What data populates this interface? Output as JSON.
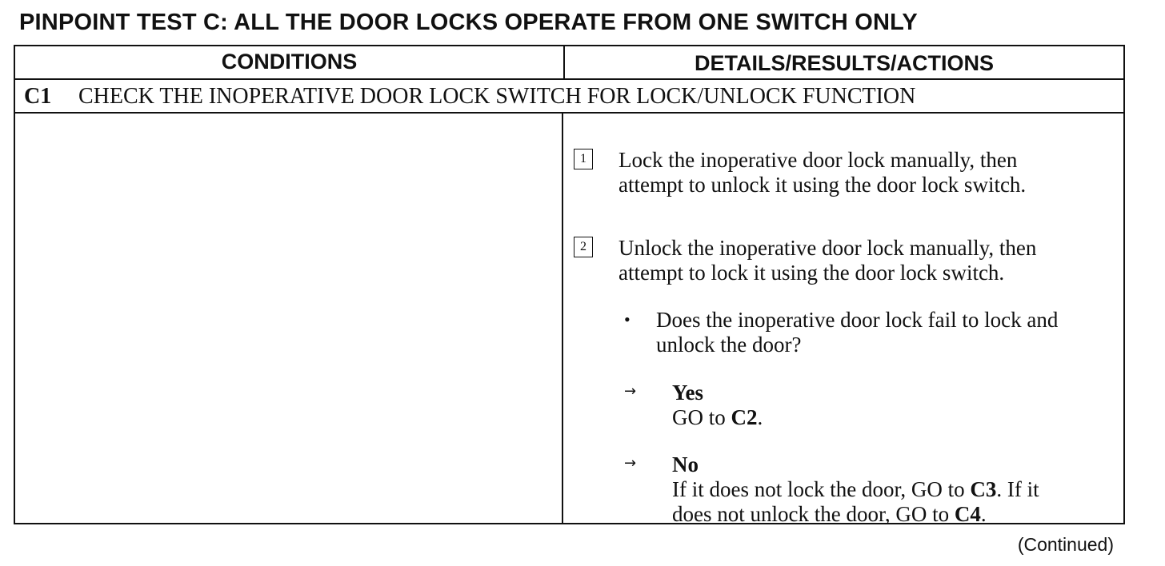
{
  "title": "PINPOINT TEST C: ALL THE DOOR LOCKS OPERATE FROM ONE SWITCH ONLY",
  "table": {
    "headers": {
      "conditions": "CONDITIONS",
      "details": "DETAILS/RESULTS/ACTIONS"
    },
    "step": {
      "id": "C1",
      "heading": "CHECK THE INOPERATIVE DOOR LOCK SWITCH FOR LOCK/UNLOCK FUNCTION"
    },
    "actions": [
      {
        "number": "1",
        "lines": [
          "Lock the inoperative door lock manually, then",
          "attempt to unlock it using the door lock switch."
        ]
      },
      {
        "number": "2",
        "lines": [
          "Unlock the inoperative door lock manually, then",
          "attempt to lock it using the door lock switch."
        ]
      }
    ],
    "question": {
      "bullet": "•",
      "lines": [
        "Does the inoperative door lock fail to lock and",
        "unlock the door?"
      ]
    },
    "results": [
      {
        "arrow": "→",
        "label": "Yes",
        "line1_prefix": "GO to ",
        "line1_ref": "C2",
        "line1_suffix": "."
      },
      {
        "arrow": "→",
        "label": "No",
        "line1_prefix": "If it does not lock the door, GO to ",
        "line1_ref": "C3",
        "line1_suffix": ". If it",
        "line2_prefix": "does not unlock the door, GO to ",
        "line2_ref": "C4",
        "line2_suffix": "."
      }
    ]
  },
  "footer": {
    "continued": "(Continued)"
  }
}
